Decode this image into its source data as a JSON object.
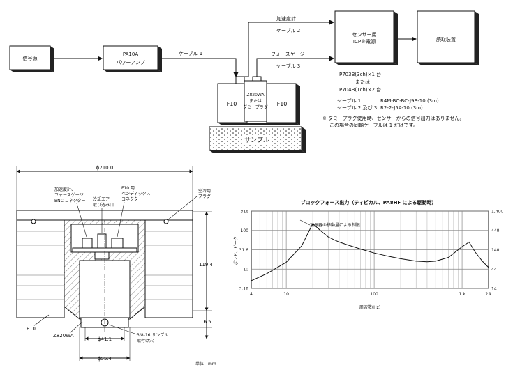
{
  "diagram": {
    "blocks": {
      "signal_source": "信号源",
      "amp_line1": "PA10A",
      "amp_line2": "パワーアンプ",
      "power_line1": "センサー用",
      "power_line2": "ICP®電源",
      "reader": "読取装置",
      "f10_left": "F10",
      "f10_right": "F10",
      "z_line1": "Z820WA",
      "z_line2": "または",
      "z_line3": "ダミープラグ",
      "sample": "サンプル"
    },
    "cables": {
      "cable1": "ケーブル 1",
      "accel_line1": "加速度計",
      "accel_line2": "ケーブル 2",
      "force_line1": "フォースゲージ",
      "force_line2": "ケーブル 3"
    },
    "notes": {
      "p703": "P703B(3ch)×1 台",
      "or": "または",
      "p704": "P704B(1ch)×2 台",
      "cable1_label": "ケーブル 1:",
      "cable1_value": "R4M-BC-BC-J9B-10 (3m)",
      "cable23_label": "ケーブル 2 及び 3:",
      "cable23_value": "R2-2-J5A-10 (3m)",
      "warn_line1": "※ ダミープラグ使用時、センサーからの信号出力はありません。",
      "warn_line2": "この場合の同軸ケーブルは 1 だけです。"
    }
  },
  "drawing": {
    "dim_width": "ϕ210.0",
    "dim_height": "119.4",
    "dim_bottom": "16.5",
    "dim_inner": "ϕ41.1",
    "dim_outer": "ϕ55.4",
    "label_bnc_1": "加速度計、",
    "label_bnc_2": "フォースゲージ",
    "label_bnc_3": "BNC コネクター",
    "label_air_1": "冷却エアー",
    "label_air_2": "取り込み口",
    "label_f10conn_1": "F10 用",
    "label_f10conn_2": "ベンディックス",
    "label_f10conn_3": "コネクター",
    "label_plug_1": "空冷用",
    "label_plug_2": "プラグ",
    "label_f10": "F10",
    "label_z820": "Z820WA",
    "label_mount_1": "3/8-16 サンプル",
    "label_mount_2": "取付け穴",
    "unit": "単位：mm"
  },
  "chart_data": {
    "type": "line",
    "title": "ブロックフォース出力（ティピカル、PA8HF による駆動時）",
    "xlabel": "周波数(Hz)",
    "ylabel": "ポンド、ピーク",
    "x_scale": "log",
    "xlim": [
      4,
      2000
    ],
    "x_ticks": [
      "4",
      "10",
      "100",
      "1 k",
      "2 k"
    ],
    "y_scale": "log",
    "ylim": [
      3.16,
      316
    ],
    "y_ticks_left": [
      "316",
      "100",
      "31.6",
      "10",
      "3.16"
    ],
    "y_ticks_right": [
      "1,400",
      "440",
      "140",
      "44",
      "14"
    ],
    "grid": true,
    "annotation": "加振器の移動量による制限",
    "series": [
      {
        "x": [
          4,
          6,
          10,
          15,
          20,
          25,
          30,
          35,
          40,
          50,
          70,
          100,
          150,
          200,
          300,
          400,
          500,
          700,
          1000,
          1200,
          1400,
          1700,
          2000
        ],
        "y": [
          5,
          7.6,
          15,
          40,
          150,
          95,
          68,
          57,
          50,
          42,
          33,
          26,
          21,
          18.5,
          16,
          15.5,
          16,
          20,
          38,
          50,
          28,
          16,
          11
        ]
      }
    ]
  }
}
